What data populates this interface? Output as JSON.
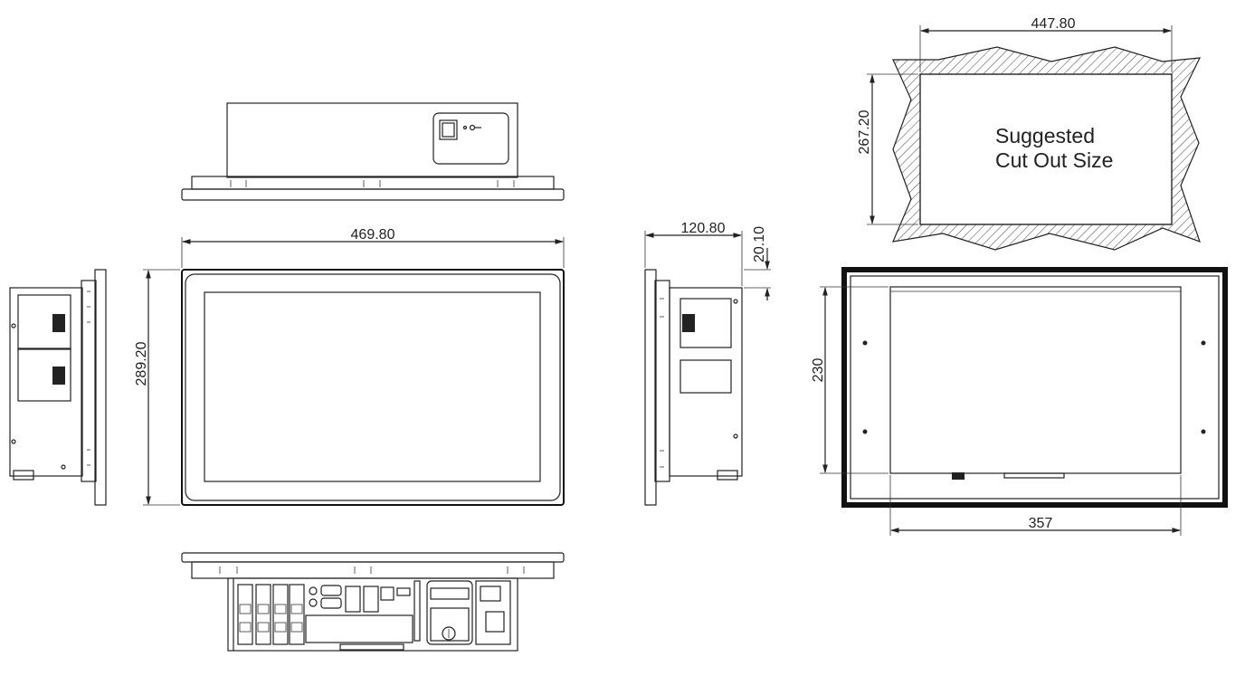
{
  "dimensions": {
    "top_view_width": "469.80",
    "front_height": "289.20",
    "side_depth": "120.80",
    "bezel_depth": "20.10",
    "cutout_width": "447.80",
    "cutout_height": "267.20",
    "rear_height": "230",
    "rear_width": "357"
  },
  "cutout": {
    "line1": "Suggested",
    "line2": "Cut Out Size"
  }
}
